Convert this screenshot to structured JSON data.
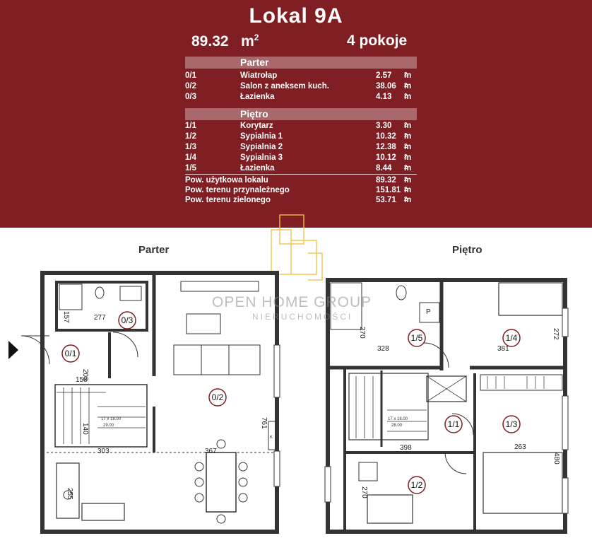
{
  "title": "Lokal 9A",
  "area": "89.32",
  "area_unit": "m",
  "area_unit_sup": "2",
  "rooms": "4 pokoje",
  "unit_label": "m",
  "unit_sup": "2",
  "parter": {
    "heading": "Parter",
    "rows": [
      {
        "no": "0/1",
        "name": "Wiatrołap",
        "area": "2.57"
      },
      {
        "no": "0/2",
        "name": "Salon z aneksem kuch.",
        "area": "38.06"
      },
      {
        "no": "0/3",
        "name": "Łazienka",
        "area": "4.13"
      }
    ]
  },
  "pietro": {
    "heading": "Piętro",
    "rows": [
      {
        "no": "1/1",
        "name": "Korytarz",
        "area": "3.30"
      },
      {
        "no": "1/2",
        "name": "Sypialnia 1",
        "area": "10.32"
      },
      {
        "no": "1/3",
        "name": "Sypialnia 2",
        "area": "12.38"
      },
      {
        "no": "1/4",
        "name": "Sypialnia 3",
        "area": "10.12"
      },
      {
        "no": "1/5",
        "name": "Łazienka",
        "area": "8.44"
      }
    ]
  },
  "summary": [
    {
      "name": "Pow. użytkowa lokalu",
      "area": "89.32"
    },
    {
      "name": "Pow. terenu przynależnego",
      "area": "151.81"
    },
    {
      "name": "Pow. terenu zielonego",
      "area": "53.71"
    }
  ],
  "plans": {
    "parter_label": "Parter",
    "pietro_label": "Piętro",
    "parter_rooms": [
      "0/3",
      "0/1",
      "0/2"
    ],
    "pietro_rooms": [
      "1/5",
      "1/4",
      "1/1",
      "1/3",
      "1/2"
    ],
    "parter_dims": [
      "157",
      "277",
      "203",
      "158",
      "140",
      "303",
      "367",
      "761",
      "255"
    ],
    "pietro_dims": [
      "270",
      "328",
      "381",
      "272",
      "398",
      "263",
      "480",
      "270"
    ],
    "stairs_text": [
      "17 x 18.00",
      "29.00"
    ],
    "stairs_text_2": [
      "17 x 18.00",
      "28.00"
    ],
    "label_k": "K",
    "label_p": "P"
  },
  "watermark": {
    "name": "OPEN HOME GROUP",
    "sub": "NIERUCHOMOŚCI"
  },
  "colors": {
    "header_bg": "#7f1f24",
    "section_bg": "#a9696c",
    "room_circle": "#7f1f24",
    "logo": "#f0c24a"
  }
}
